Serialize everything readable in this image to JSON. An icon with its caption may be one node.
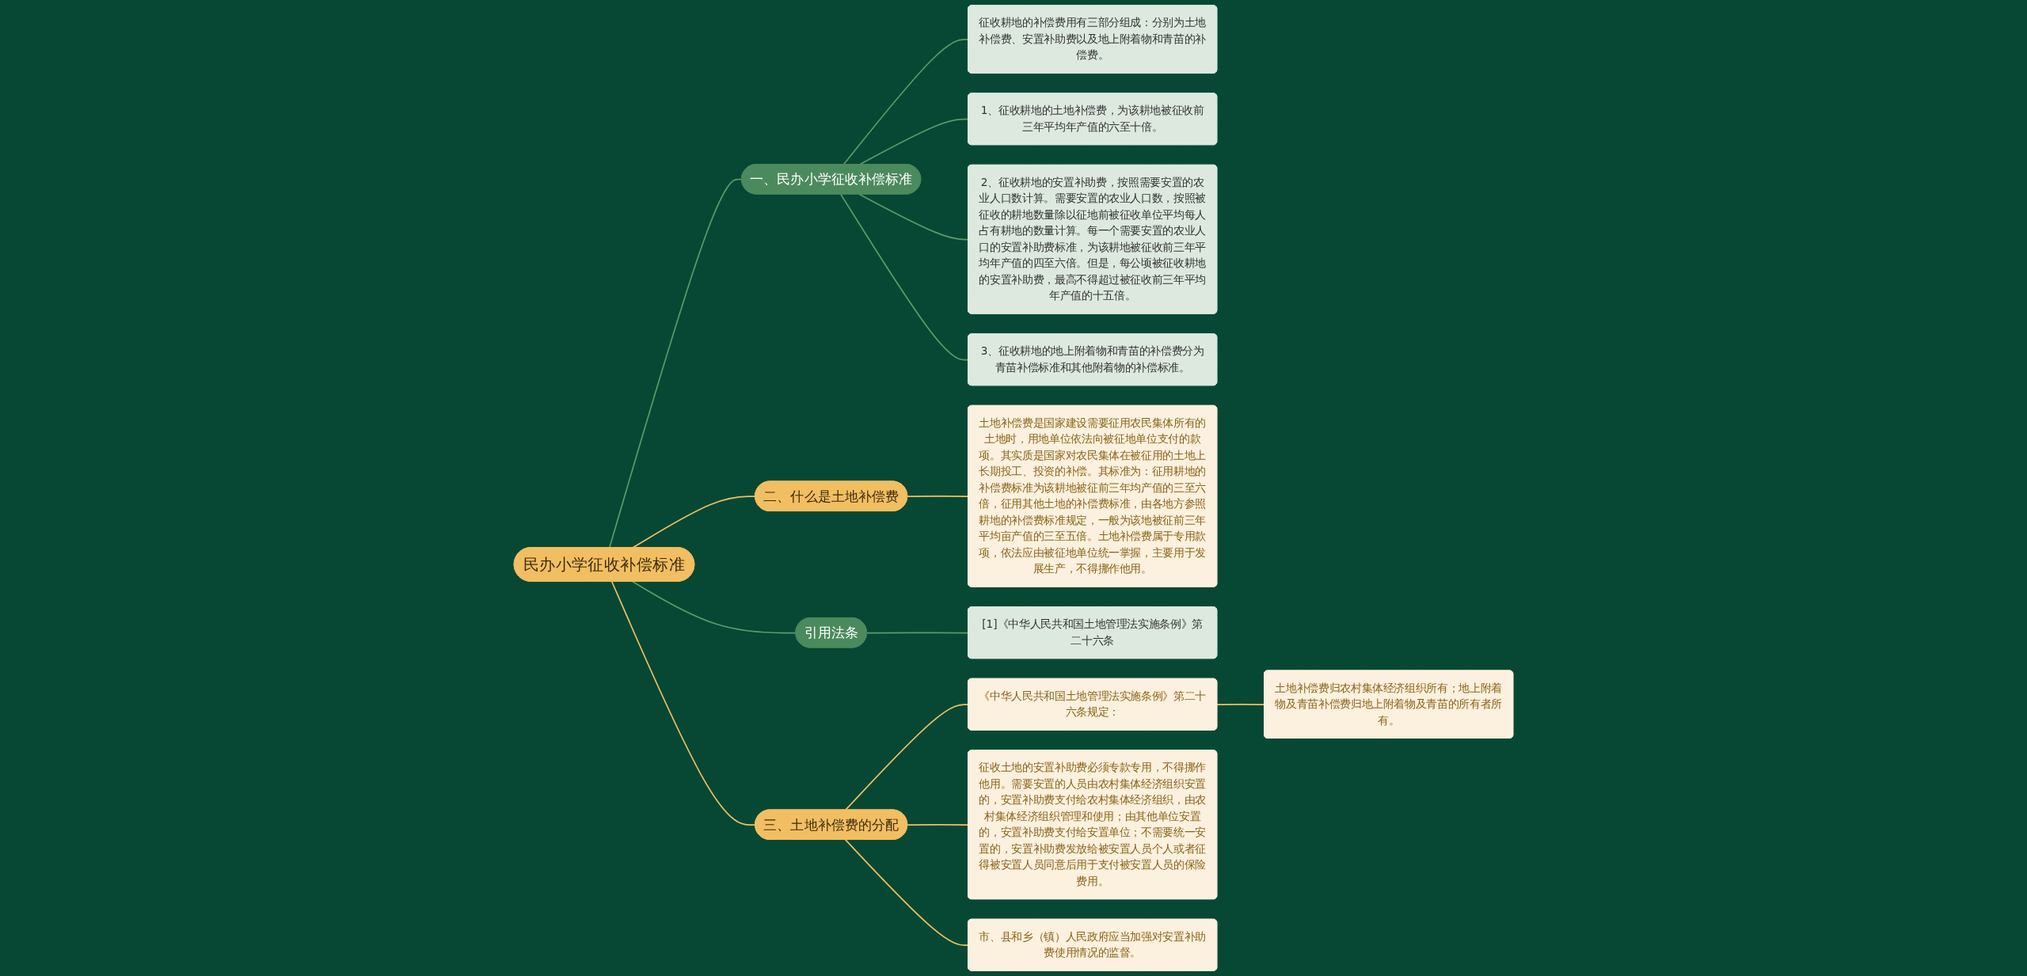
{
  "diagram": {
    "nodes": [
      {
        "text": [
          "民办小学征收补偿标准"
        ]
      },
      {
        "text": [
          "一、民办小学征收补偿标准"
        ]
      },
      {
        "text": [
          "征收耕地的补偿费用有三部分组成：分别为土地补偿费、安置补助费以及地上附着物和青苗的补偿费。"
        ]
      },
      {
        "text": [
          "1、征收耕地的土地补偿费，为该耕地被征收前三年平均年产值的六至十倍。"
        ]
      },
      {
        "text": [
          "2、征收耕地的安置补助费，按照需要安置的农业人口数计算。需要安置的农业人口数，按照被征收的耕地数量除以征地前被征收单位平均每人占有耕地的数量计算。每一个需要安置的农业人口的安置补助费标准，为该耕地被征收前三年平均年产值的四至六倍。但是，每公顷被征收耕地的安置补助费，最高不得超过被征收前三年平均年产值的十五倍。"
        ]
      },
      {
        "text": [
          "3、征收耕地的地上附着物和青苗的补偿费分为青苗补偿标准和其他附着物的补偿标准。"
        ]
      },
      {
        "text": [
          "二、什么是土地补偿费"
        ]
      },
      {
        "text": [
          "土地补偿费是国家建设需要征用农民集体所有的土地时，用地单位依法向被征地单位支付的款项。其实质是国家对农民集体在被征用的土地上长期投工、投资的补偿。其标准为：征用耕地的补偿费标准为该耕地被征前三年均产值的三至六倍，征用其他土地的补偿费标准，由各地方参照耕地的补偿费标准规定，一般为该地被征前三年平均亩产值的三至五倍。土地补偿费属于专用款项，依法应由被征地单位统一掌握，主要用于发展生产，不得挪作他用。"
        ]
      },
      {
        "text": [
          "引用法条"
        ]
      },
      {
        "text": [
          "[1]《中华人民共和国土地管理法实施条例》第二十六条"
        ]
      },
      {
        "text": [
          "三、土地补偿费的分配"
        ]
      },
      {
        "text": [
          "《中华人民共和国土地管理法实施条例》第二十六条规定："
        ]
      },
      {
        "text": [
          "土地补偿费归农村集体经济组织所有；地上附着物及青苗补偿费归地上附着物及青苗的所有者所有。"
        ]
      },
      {
        "text": [
          "征收土地的安置补助费必须专款专用，不得挪作他用。需要安置的人员由农村集体经济组织安置的，安置补助费支付给农村集体经济组织，由农村集体经济组织管理和使用；由其他单位安置的，安置补助费支付给安置单位；不需要统一安置的，安置补助费发放给被安置人员个人或者征得被安置人员同意后用于支付被安置人员的保险费用。"
        ]
      },
      {
        "text": [
          "市、县和乡（镇）人民政府应当加强对安置补助费使用情况的监督。"
        ]
      }
    ],
    "edges": [
      {
        "from": 0,
        "to": 1,
        "arrow": "none"
      },
      {
        "from": 1,
        "to": 2,
        "arrow": "none"
      },
      {
        "from": 1,
        "to": 3,
        "arrow": "none"
      },
      {
        "from": 1,
        "to": 4,
        "arrow": "none"
      },
      {
        "from": 1,
        "to": 5,
        "arrow": "none"
      },
      {
        "from": 0,
        "to": 6,
        "arrow": "none",
        "color": "#f0c060"
      },
      {
        "from": 6,
        "to": 7,
        "arrow": "none",
        "color": "#f0c060"
      },
      {
        "from": 0,
        "to": 8,
        "arrow": "none"
      },
      {
        "from": 8,
        "to": 9,
        "arrow": "none"
      },
      {
        "from": 0,
        "to": 10,
        "arrow": "none",
        "color": "#f0c060"
      },
      {
        "from": 10,
        "to": 11,
        "arrow": "none",
        "color": "#f0c060"
      },
      {
        "from": 11,
        "to": 12,
        "arrow": "none",
        "color": "#f0c060"
      },
      {
        "from": 10,
        "to": 13,
        "arrow": "none",
        "color": "#f0c060"
      },
      {
        "from": 10,
        "to": 14,
        "arrow": "none",
        "color": "#f0c060"
      }
    ]
  }
}
